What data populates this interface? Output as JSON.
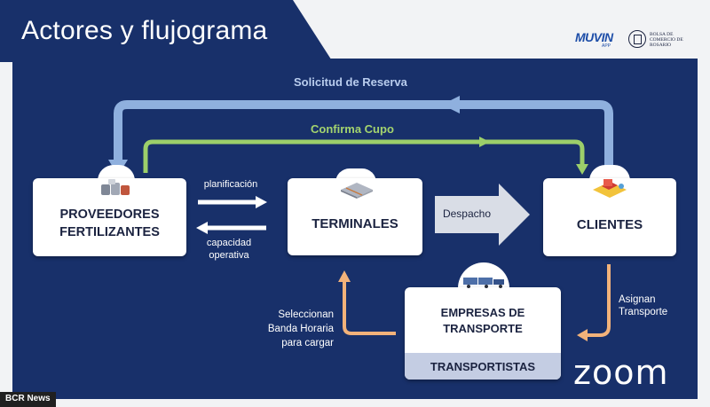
{
  "header": {
    "title": "Actores y flujograma",
    "logo_muvin": "MUVIN",
    "logo_muvin_sub": "APP",
    "logo_bcr": "BOLSA DE COMERCIO DE ROSARIO"
  },
  "flow": {
    "solicitud": "Solicitud de Reserva",
    "confirma": "Confirma Cupo",
    "planificacion": "planificación",
    "capacidad": "capacidad operativa",
    "despacho": "Despacho",
    "asignan": "Asignan Transporte",
    "seleccionan": "Seleccionan Banda Horaria para cargar"
  },
  "actors": {
    "proveedores_line1": "PROVEEDORES",
    "proveedores_line2": "FERTILIZANTES",
    "terminales": "TERMINALES",
    "clientes": "CLIENTES",
    "empresas_line1": "EMPRESAS DE",
    "empresas_line2": "TRANSPORTE",
    "transportistas": "TRANSPORTISTAS"
  },
  "overlay": {
    "zoom": "zoom",
    "source_tag": "BCR News"
  },
  "colors": {
    "panel": "#18306a",
    "arrow_blue": "#8fb0de",
    "arrow_green": "#9ccf6a",
    "arrow_orange": "#f2b27a",
    "confirma_text": "#a4d46e",
    "solicitud_text": "#b9cdee",
    "transportistas_bg": "#c4cde3"
  }
}
